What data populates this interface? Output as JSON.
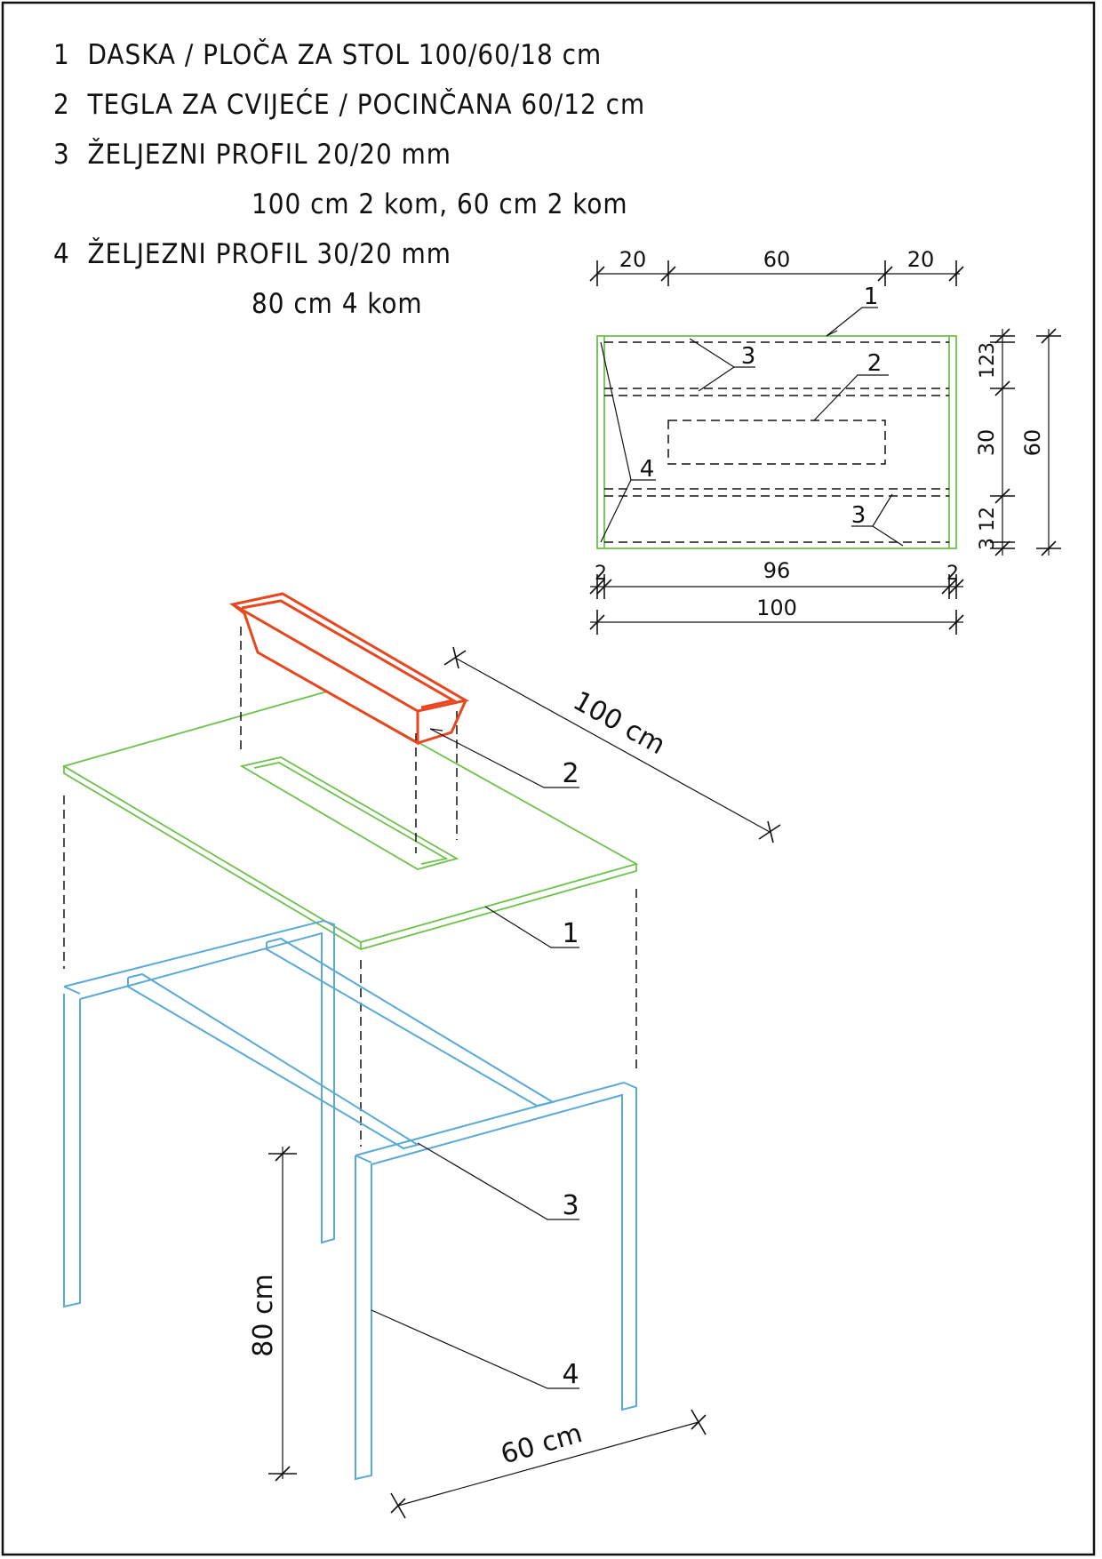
{
  "legend": {
    "line1": "1  DASKA / PLOČA ZA STOL 100/60/18 cm",
    "line2": "2  TEGLA ZA CVIJEĆE / POCINČANA 60/12 cm",
    "line3": "3  ŽELJEZNI PROFIL 20/20 mm",
    "line3b": "100 cm 2 kom, 60 cm 2 kom",
    "line4": "4  ŽELJEZNI PROFIL 30/20 mm",
    "line4b": "80 cm 4 kom"
  },
  "plan": {
    "top_dims": [
      "20",
      "60",
      "20"
    ],
    "right_dims": [
      "3",
      "12",
      "30",
      "12",
      "3"
    ],
    "right_total": "60",
    "bottom_inner": [
      "2",
      "96",
      "2"
    ],
    "bottom_total": "100",
    "callouts": [
      "1",
      "2",
      "3",
      "4",
      "3"
    ]
  },
  "iso": {
    "dim_length": "100 cm",
    "dim_height": "80 cm",
    "dim_width": "60 cm",
    "callouts": [
      "2",
      "1",
      "3",
      "4"
    ]
  },
  "colors": {
    "board": "#6cc24a",
    "frame": "#5aa9d6",
    "planter": "#e8461e"
  }
}
